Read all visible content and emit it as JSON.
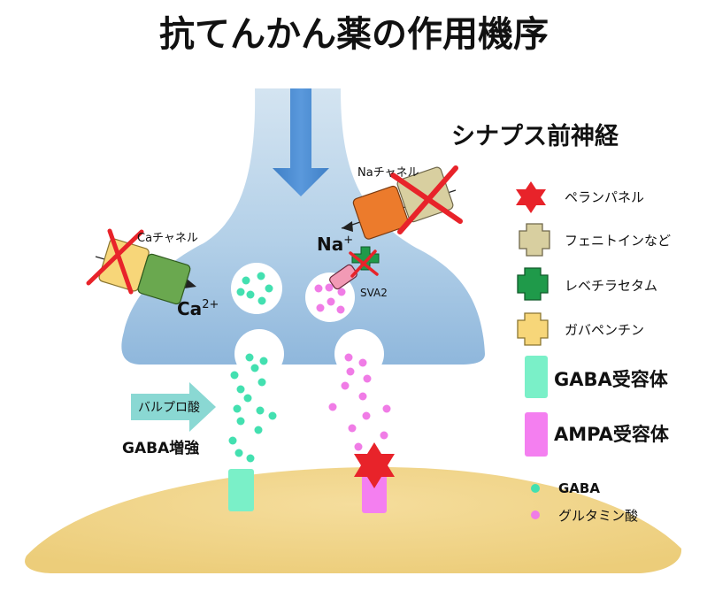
{
  "title": "抗てんかん薬の作用機序",
  "presynaptic_label": "シナプス前神経",
  "channels": {
    "na_label": "Naチャネル",
    "ca_label": "Caチャネル",
    "na_ion": "Na",
    "na_charge": "+",
    "ca_ion": "Ca",
    "ca_charge": "2+",
    "sva2_label": "SVA2"
  },
  "left_annotation": {
    "arrow_label": "バルプロ酸",
    "effect_label": "GABA増強"
  },
  "legend": {
    "items": [
      {
        "label": "ペランパネル",
        "icon": "red-star-icon",
        "color": "#e8232a"
      },
      {
        "label": "フェニトインなど",
        "icon": "beige-cross-icon",
        "color": "#d8cfa0"
      },
      {
        "label": "レベチラセタム",
        "icon": "green-cross-icon",
        "color": "#1f9a4a"
      },
      {
        "label": "ガバペンチン",
        "icon": "yellow-cross-icon",
        "color": "#f7d679"
      },
      {
        "label": "GABA受容体",
        "icon": "mint-rect-icon",
        "color": "#7af0c8"
      },
      {
        "label": "AMPA受容体",
        "icon": "pink-rect-icon",
        "color": "#f47ff0"
      },
      {
        "label": "GABA",
        "icon": "mint-dot-icon",
        "color": "#43e0b0"
      },
      {
        "label": "グルタミン酸",
        "icon": "pink-dot-icon",
        "color": "#f07ce6"
      }
    ]
  },
  "colors": {
    "neuron": "#a9c8e4",
    "postsynaptic": "#f3d98c",
    "signal_arrow": "#4a8ad0",
    "valproate_arrow": "#8ad8d3",
    "block_cross": "#e8232a"
  }
}
